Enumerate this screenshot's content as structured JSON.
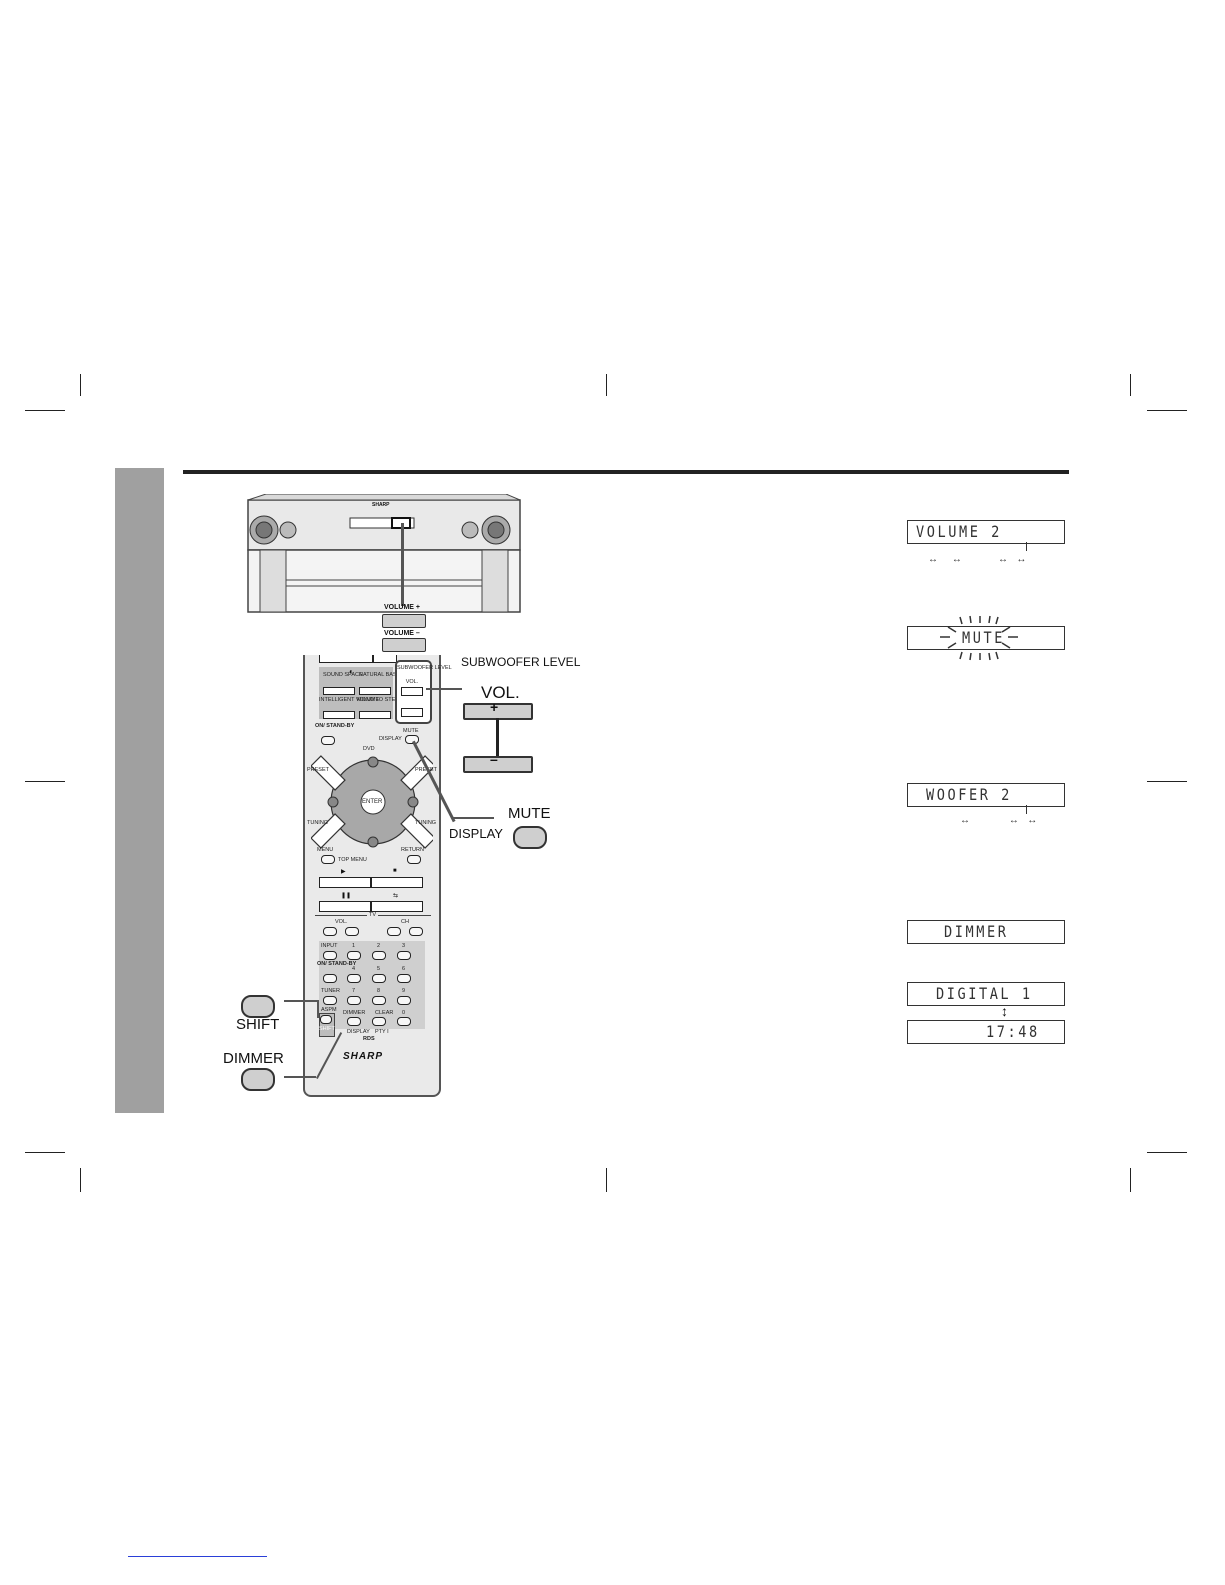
{
  "main_unit": {
    "brand": "SHARP",
    "volume_up_label": "VOLUME +",
    "volume_down_label": "VOLUME –"
  },
  "remote": {
    "brand": "SHARP",
    "labels": {
      "sound_space": "SOUND SPACE",
      "natural_bass": "NATURAL BASS",
      "intelligent_volume": "INTELLIGENT VOLUME",
      "mono_to_stereo": "MONO TO STEREO",
      "subwoofer_level_small": "SUBWOOFER LEVEL",
      "vol_small": "VOL.",
      "on_standby": "ON/ STAND-BY",
      "dvd": "DVD",
      "display": "DISPLAY",
      "mute": "MUTE",
      "preset_left": "PRESET",
      "preset_right": "PRESET",
      "tuning_left": "TUNING",
      "tuning_right": "TUNING",
      "enter": "ENTER",
      "menu": "MENU",
      "top_menu": "TOP MENU",
      "return": "RETURN",
      "tv": "TV",
      "tv_vol": "VOL.",
      "tv_ch": "CH",
      "input": "INPUT",
      "on_standby_2": "ON/ STAND-BY",
      "tuner": "TUNER",
      "aspm": "ASPM",
      "shift_small": "SHIFT",
      "dimmer_small": "DIMMER",
      "clear": "CLEAR",
      "display_small": "DISPLAY",
      "pty_i": "PTY I",
      "rds": "RDS"
    },
    "digits": [
      "1",
      "2",
      "3",
      "4",
      "5",
      "6",
      "7",
      "8",
      "9",
      "0"
    ]
  },
  "callouts": {
    "subwoofer_level": "SUBWOOFER LEVEL",
    "vol": "VOL.",
    "vol_plus": "+",
    "vol_minus": "–",
    "mute": "MUTE",
    "display": "DISPLAY",
    "shift": "SHIFT",
    "dimmer": "DIMMER"
  },
  "displays": {
    "volume": "VOLUME 2",
    "mute": "MUTE",
    "woofer": "WOOFER 2",
    "dimmer": "DIMMER",
    "digital": "DIGITAL 1",
    "time": "17:48"
  }
}
